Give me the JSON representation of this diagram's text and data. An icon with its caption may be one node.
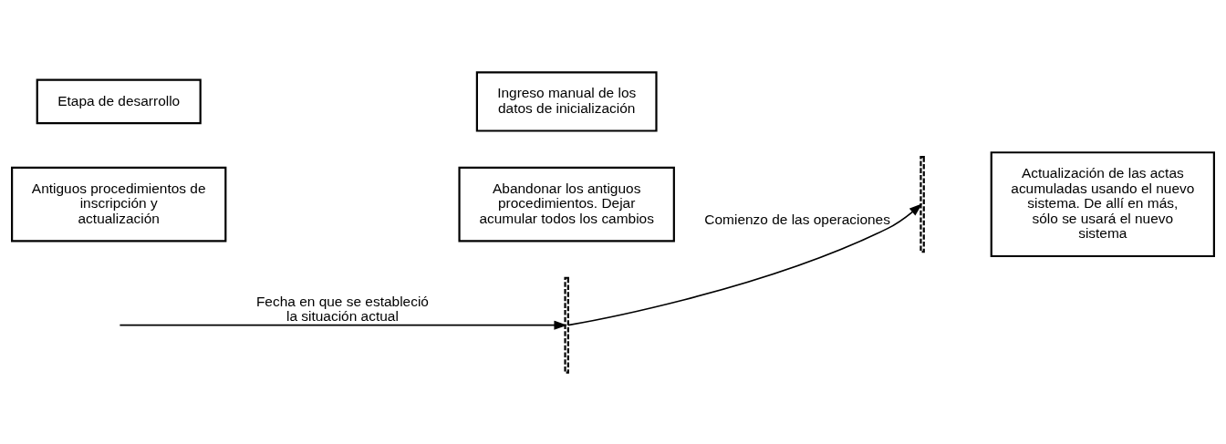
{
  "diagram": {
    "nodes": [
      {
        "text": [
          "Etapa de desarrollo"
        ]
      },
      {
        "text": [
          "Ingreso manual de los datos de inicialización"
        ]
      },
      {
        "text": [
          "Actualización de las actas acumuladas usando el nuevo sistema. De allí en más, sólo se usará el nuevo sistema"
        ]
      },
      {
        "text": [
          "Antiguos procedimientos de inscripción y actualización"
        ]
      },
      {
        "text": [
          "Abandonar los antiguos procedimientos. Dejar acumular todos los cambios"
        ]
      },
      {
        "text": [],
        "shape": "bar"
      },
      {
        "text": [],
        "shape": "bar"
      }
    ],
    "edges": [
      {
        "from": null,
        "to": 5,
        "arrow": "to",
        "label": "Fecha en que se estableció la situación actual"
      },
      {
        "from": 5,
        "to": 6,
        "arrow": "to",
        "label": "Comienzo de las operaciones"
      }
    ]
  }
}
